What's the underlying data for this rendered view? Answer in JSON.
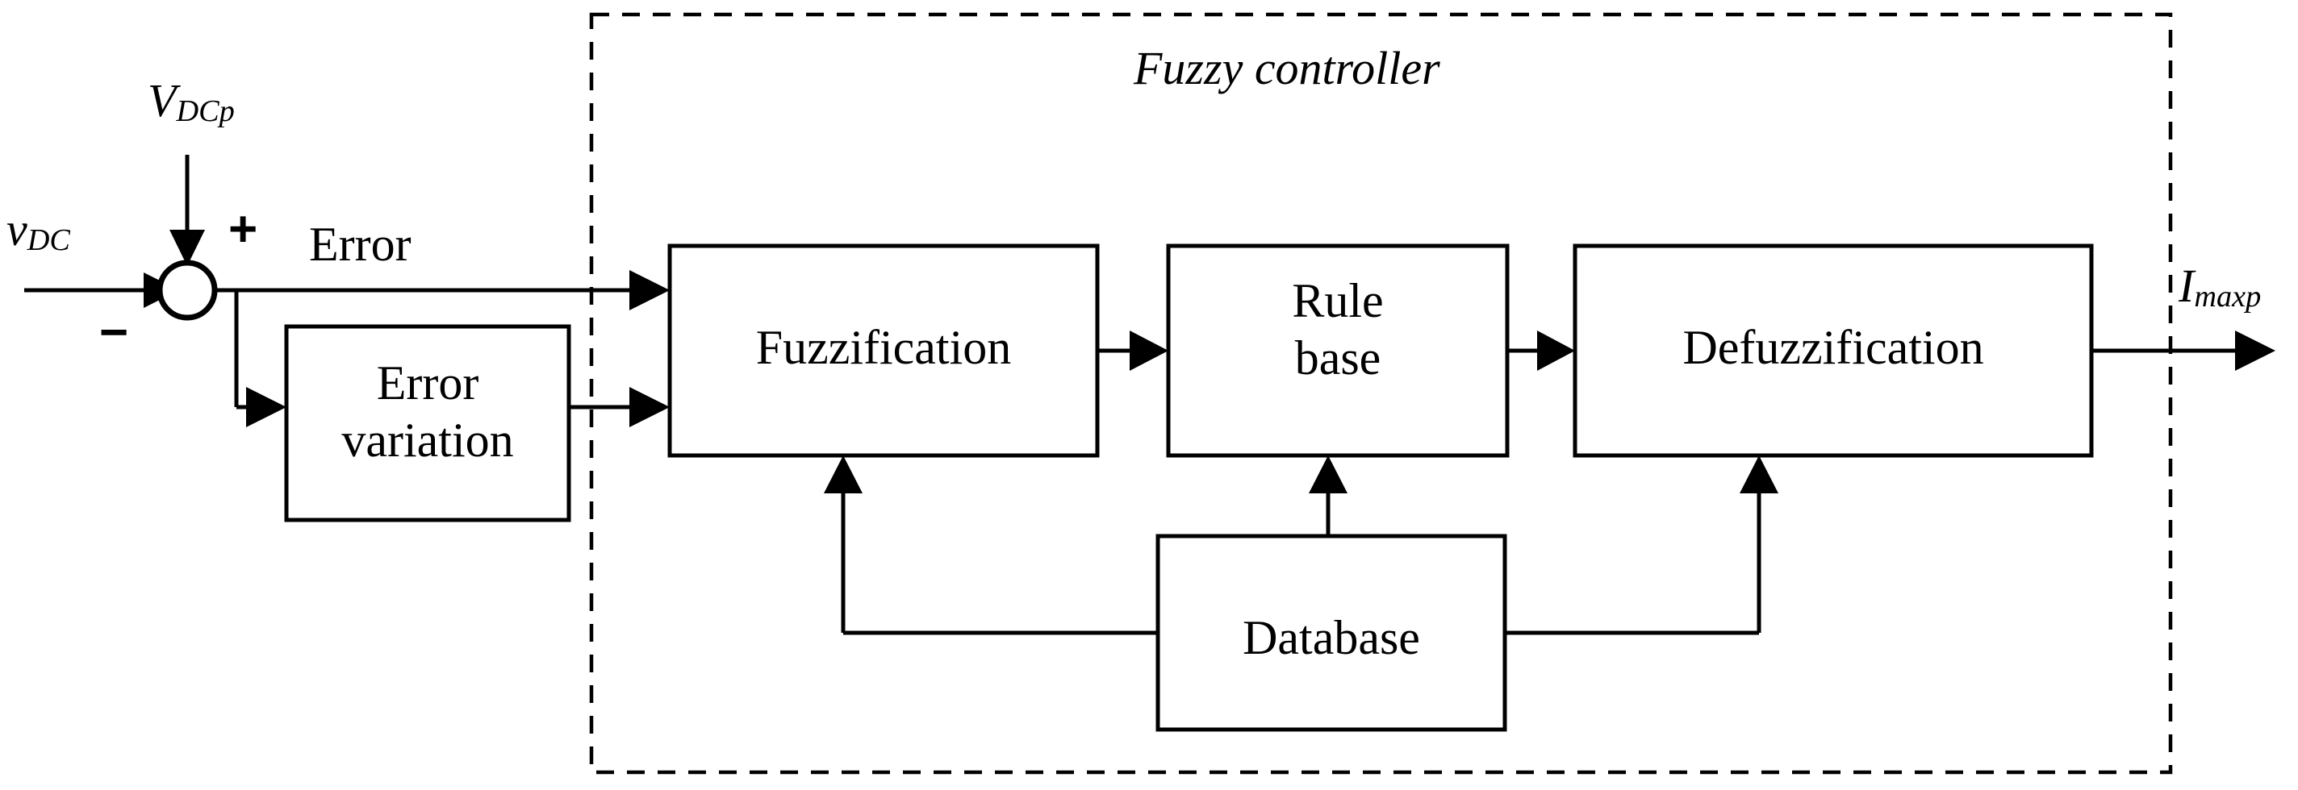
{
  "figure": {
    "type": "block-diagram",
    "title": "Fuzzy controller block diagram",
    "background_color": "#ffffff",
    "line_color": "#000000"
  },
  "container": {
    "label": "Fuzzy controller",
    "border_style": "dashed"
  },
  "signals": {
    "input_measured": "vDC",
    "input_measured_base": "v",
    "input_measured_sub": "DC",
    "reference": "VDCp",
    "reference_base": "V",
    "reference_sub": "DCp",
    "error_label": "Error",
    "output": "Imaxp",
    "output_base": "I",
    "output_sub": "maxp",
    "plus_sign": "+",
    "minus_sign": "−"
  },
  "blocks": [
    {
      "id": "error-variation",
      "label_line1": "Error",
      "label_line2": "variation",
      "inside_container": false
    },
    {
      "id": "fuzzification",
      "label_line1": "Fuzzification",
      "label_line2": "",
      "inside_container": true
    },
    {
      "id": "rule-base",
      "label_line1": "Rule",
      "label_line2": "base",
      "inside_container": true
    },
    {
      "id": "defuzzification",
      "label_line1": "Defuzzification",
      "label_line2": "",
      "inside_container": true
    },
    {
      "id": "database",
      "label_line1": "Database",
      "label_line2": "",
      "inside_container": true
    }
  ],
  "connections": [
    {
      "from": "vDC",
      "to": "sum-node",
      "style": "arrow"
    },
    {
      "from": "VDCp",
      "to": "sum-node",
      "style": "arrow"
    },
    {
      "from": "sum-node",
      "to": "fuzzification",
      "label": "Error",
      "style": "arrow"
    },
    {
      "from": "sum-node",
      "to": "error-variation",
      "style": "arrow"
    },
    {
      "from": "error-variation",
      "to": "fuzzification",
      "style": "arrow"
    },
    {
      "from": "fuzzification",
      "to": "rule-base",
      "style": "arrow"
    },
    {
      "from": "rule-base",
      "to": "defuzzification",
      "style": "arrow"
    },
    {
      "from": "defuzzification",
      "to": "Imaxp",
      "style": "arrow"
    },
    {
      "from": "database",
      "to": "fuzzification",
      "style": "arrow"
    },
    {
      "from": "database",
      "to": "rule-base",
      "style": "arrow"
    },
    {
      "from": "database",
      "to": "defuzzification",
      "style": "arrow"
    }
  ]
}
